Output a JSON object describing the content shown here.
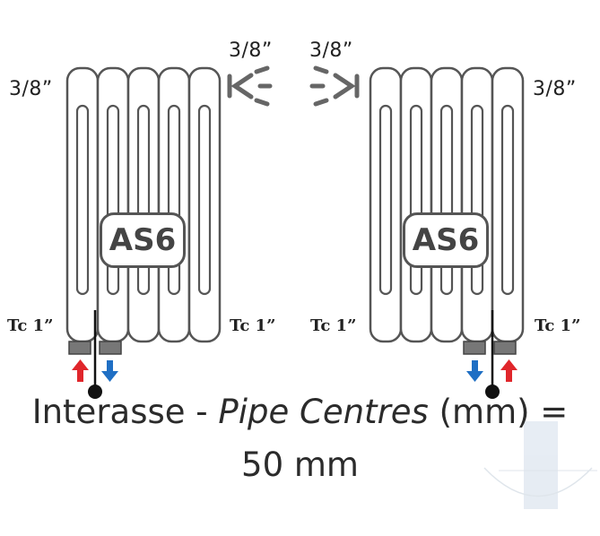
{
  "top_connection_left": "3/8”",
  "top_connection_right": "3/8”",
  "side_connection_left": "3/8”",
  "side_connection_right": "3/8”",
  "model_left": "AS6",
  "model_right": "AS6",
  "tc_left_outer": "Tc 1”",
  "tc_left_inner": "Tc 1”",
  "tc_right_inner": "Tc 1”",
  "tc_right_outer": "Tc 1”",
  "caption": {
    "part1": "Interasse - ",
    "part2": "Pipe Centres",
    "part3": " (mm) =",
    "line2": "50 mm"
  },
  "colors": {
    "outline": "#555555",
    "valve": "#777777",
    "flow_in": "#e0262b",
    "flow_out": "#1f6fc4",
    "pipe": "#111111"
  }
}
